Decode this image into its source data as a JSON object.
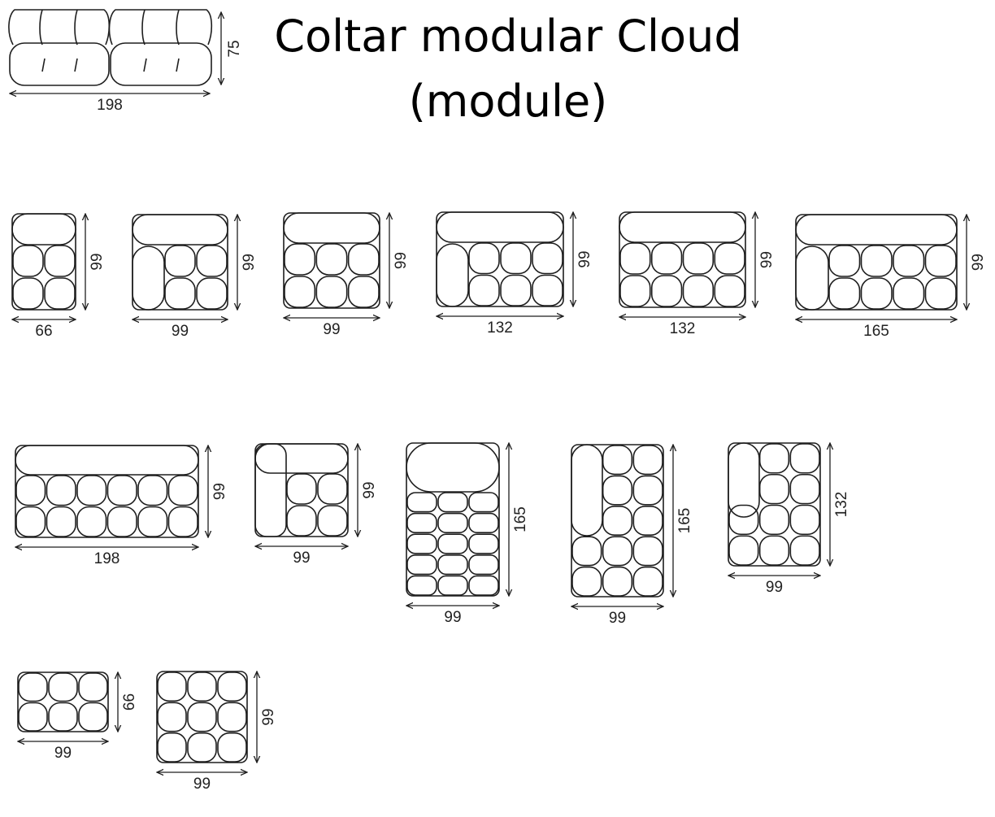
{
  "title": {
    "line1": "Coltar modular Cloud",
    "line2": "(module)"
  },
  "overview": {
    "width": "198",
    "height": "75"
  },
  "modules": [
    {
      "id": "m-66-99",
      "width": "66",
      "depth": "99",
      "variant": "back-only"
    },
    {
      "id": "m-99-99-arm",
      "width": "99",
      "depth": "99",
      "variant": "back-left-arm"
    },
    {
      "id": "m-99-99",
      "width": "99",
      "depth": "99",
      "variant": "back-only"
    },
    {
      "id": "m-132-99-arm",
      "width": "132",
      "depth": "99",
      "variant": "back-left-arm"
    },
    {
      "id": "m-132-99",
      "width": "132",
      "depth": "99",
      "variant": "back-only"
    },
    {
      "id": "m-165-99-arm",
      "width": "165",
      "depth": "99",
      "variant": "back-left-arm"
    },
    {
      "id": "m-198-99",
      "width": "198",
      "depth": "99",
      "variant": "back-only"
    },
    {
      "id": "m-99-99-corner",
      "width": "99",
      "depth": "99",
      "variant": "corner"
    },
    {
      "id": "m-99-165",
      "width": "99",
      "depth": "165",
      "variant": "back-only"
    },
    {
      "id": "m-99-165-side",
      "width": "99",
      "depth": "165",
      "variant": "left-side"
    },
    {
      "id": "m-99-132-side",
      "width": "99",
      "depth": "132",
      "variant": "left-side"
    },
    {
      "id": "m-99-66-pouf",
      "width": "99",
      "depth": "66",
      "variant": "pouf"
    },
    {
      "id": "m-99-99-pouf",
      "width": "99",
      "depth": "99",
      "variant": "pouf"
    }
  ],
  "colors": {
    "line": "#1e1e1e",
    "background": "#ffffff"
  }
}
